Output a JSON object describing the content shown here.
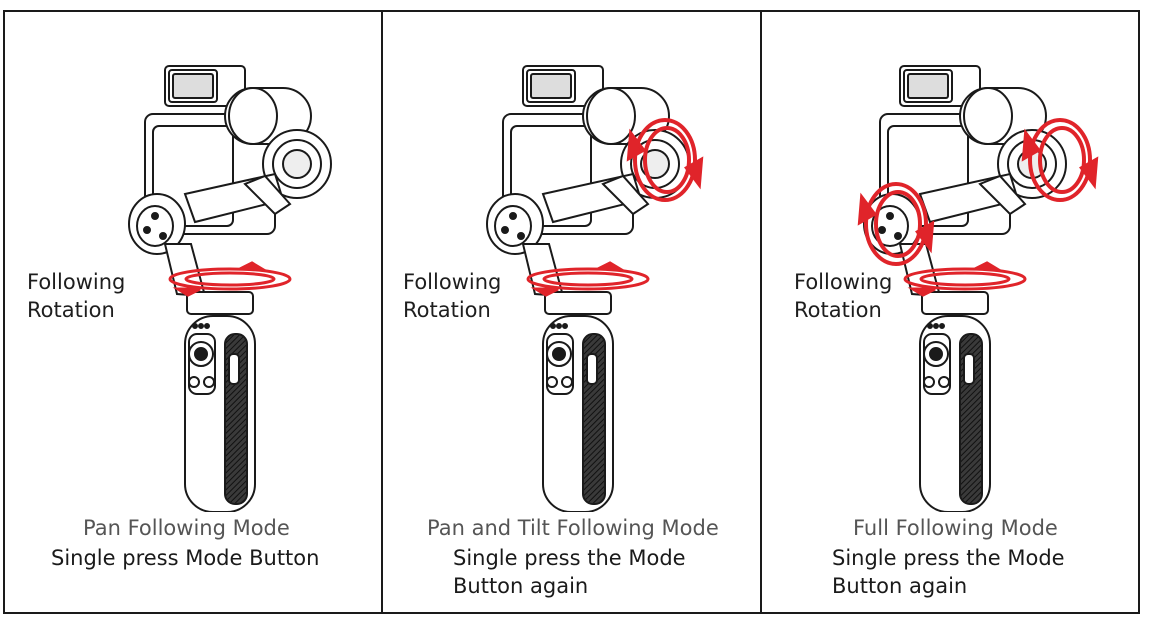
{
  "colors": {
    "outline": "#1a1a1a",
    "arrow": "#e0242a",
    "text_muted": "#555555"
  },
  "panels": [
    {
      "rotation_label": "Following\nRotation",
      "mode_title": "Pan Following Mode",
      "mode_desc": "Single press Mode Button",
      "arrows": [
        "pan-arrow-icon"
      ]
    },
    {
      "rotation_label": "Following\nRotation",
      "mode_title": "Pan and Tilt Following Mode",
      "mode_desc": "Single press the Mode\nButton again",
      "arrows": [
        "pan-arrow-icon",
        "tilt-arrow-icon"
      ]
    },
    {
      "rotation_label": "Following\nRotation",
      "mode_title": "Full Following Mode",
      "mode_desc": "Single press the Mode\nButton again",
      "arrows": [
        "pan-arrow-icon",
        "tilt-arrow-icon",
        "roll-arrow-icon"
      ]
    }
  ]
}
